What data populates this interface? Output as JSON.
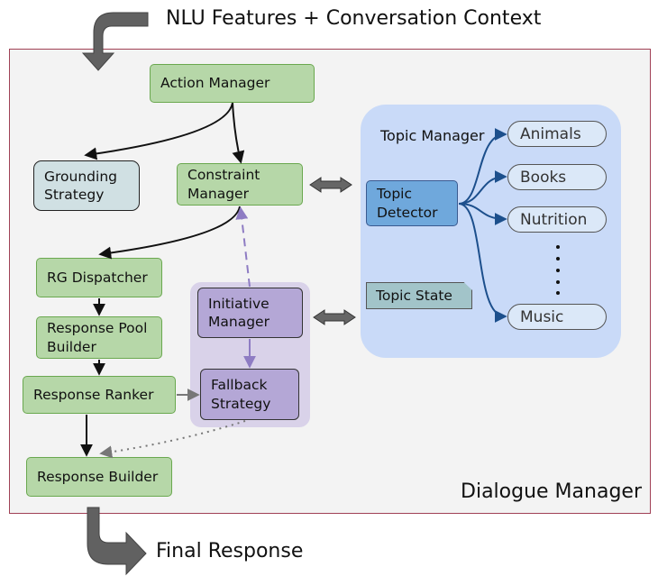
{
  "inputs_label": "NLU Features + Conversation Context",
  "output_label": "Final Response",
  "dialogue_manager": {
    "title": "Dialogue Manager"
  },
  "nodes": {
    "action_manager": "Action Manager",
    "grounding_strategy": "Grounding Strategy",
    "constraint_manager": "Constraint Manager",
    "rg_dispatcher": "RG Dispatcher",
    "response_pool_builder": "Response Pool Builder",
    "response_ranker": "Response Ranker",
    "response_builder": "Response Builder",
    "initiative_manager": "Initiative Manager",
    "fallback_strategy": "Fallback Strategy"
  },
  "topic_manager": {
    "label": "Topic Manager",
    "detector": "Topic Detector",
    "state": "Topic State",
    "topics": [
      "Animals",
      "Books",
      "Nutrition",
      "Music"
    ]
  },
  "colors": {
    "green_fill": "#b6d7a8",
    "purple_fill": "#b4a7d6",
    "blue_region": "#c9daf8",
    "detector_fill": "#6fa8dc",
    "frame_border": "#a04055"
  }
}
